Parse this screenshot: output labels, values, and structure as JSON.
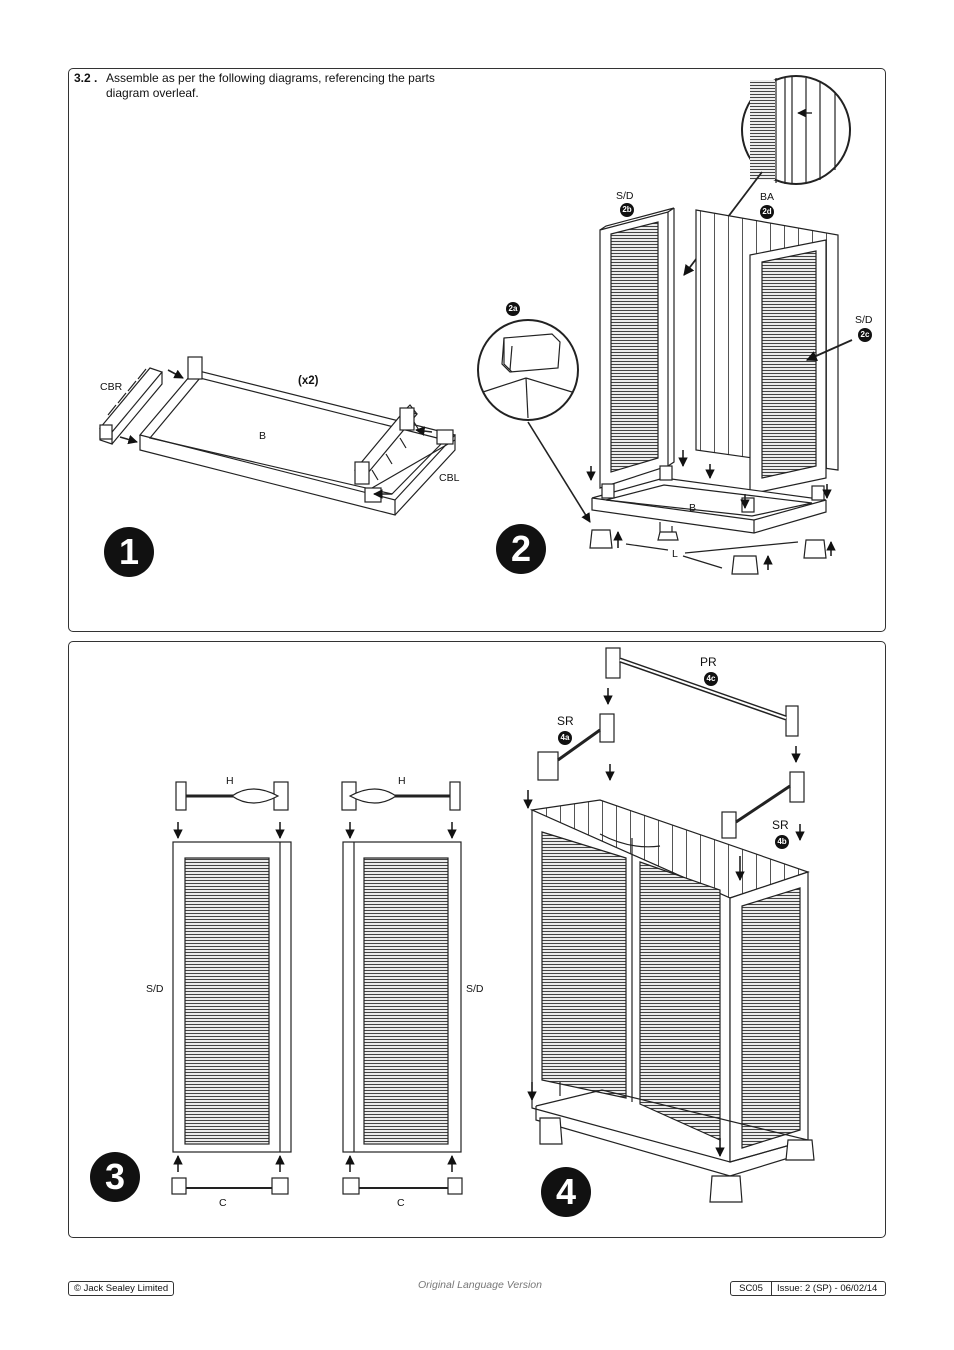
{
  "instruction": {
    "number": "3.2 .",
    "text": "Assemble as per the following diagrams, referencing the parts diagram overleaf."
  },
  "step1": {
    "number": "1",
    "labels": {
      "cbr": "CBR",
      "x2": "(x2)",
      "b": "B",
      "cbl": "CBL"
    }
  },
  "step2": {
    "number": "2",
    "labels": {
      "sd_left": "S/D",
      "ba": "BA",
      "sd_right": "S/D",
      "b": "B",
      "l": "L"
    },
    "badges": {
      "a": "2a",
      "b": "2b",
      "c": "2c",
      "d": "2d"
    }
  },
  "step3": {
    "number": "3",
    "labels": {
      "h1": "H",
      "h2": "H",
      "sd1": "S/D",
      "sd2": "S/D",
      "c1": "C",
      "c2": "C"
    }
  },
  "step4": {
    "number": "4",
    "labels": {
      "pr": "PR",
      "sr1": "SR",
      "sr2": "SR"
    },
    "badges": {
      "c": "4c",
      "a": "4a",
      "b": "4b"
    }
  },
  "footer": {
    "copyright": "© Jack Sealey Limited",
    "center": "Original Language Version",
    "code": "SC05",
    "issue": "Issue: 2 (SP) - 06/02/14"
  }
}
